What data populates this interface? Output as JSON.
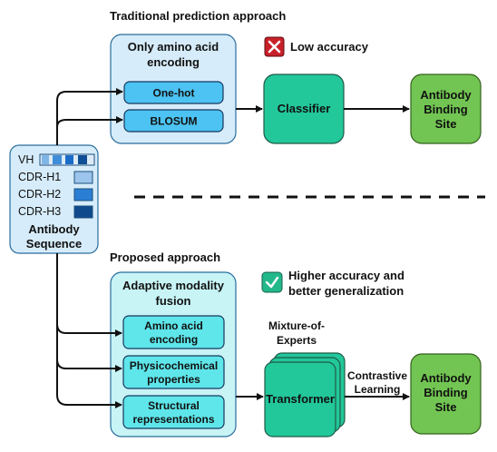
{
  "sections": {
    "traditional_title": "Traditional prediction approach",
    "proposed_title": "Proposed approach"
  },
  "traditional": {
    "container_title": [
      "Only amino acid",
      "encoding"
    ],
    "items": [
      "One-hot",
      "BLOSUM"
    ],
    "classifier": "Classifier",
    "output": [
      "Antibody",
      "Binding",
      "Site"
    ],
    "badge": "Low accuracy"
  },
  "input": {
    "rows": [
      "VH",
      "CDR-H1",
      "CDR-H2",
      "CDR-H3"
    ],
    "title": [
      "Antibody",
      "Sequence"
    ]
  },
  "proposed": {
    "container_title": [
      "Adaptive modality",
      "fusion"
    ],
    "items": [
      [
        "Amino acid",
        "encoding"
      ],
      [
        "Physicochemical",
        "properties"
      ],
      [
        "Structural",
        "representations"
      ]
    ],
    "moe_label": [
      "Mixture-of-",
      "Experts"
    ],
    "transformer": "Transformer",
    "edge_label": [
      "Contrastive",
      "Learning"
    ],
    "output": [
      "Antibody",
      "Binding",
      "Site"
    ],
    "badge": [
      "Higher accuracy and",
      "better generalization"
    ]
  },
  "colors": {
    "container_light_blue": "#d6ecfa",
    "item_blue": "#4cc3f2",
    "container_light_cyan": "#c8f4f6",
    "item_cyan": "#5ee6ea",
    "teal": "#22c79a",
    "green": "#72c552",
    "red_badge": "#c8202a",
    "green_badge": "#23b88a"
  }
}
